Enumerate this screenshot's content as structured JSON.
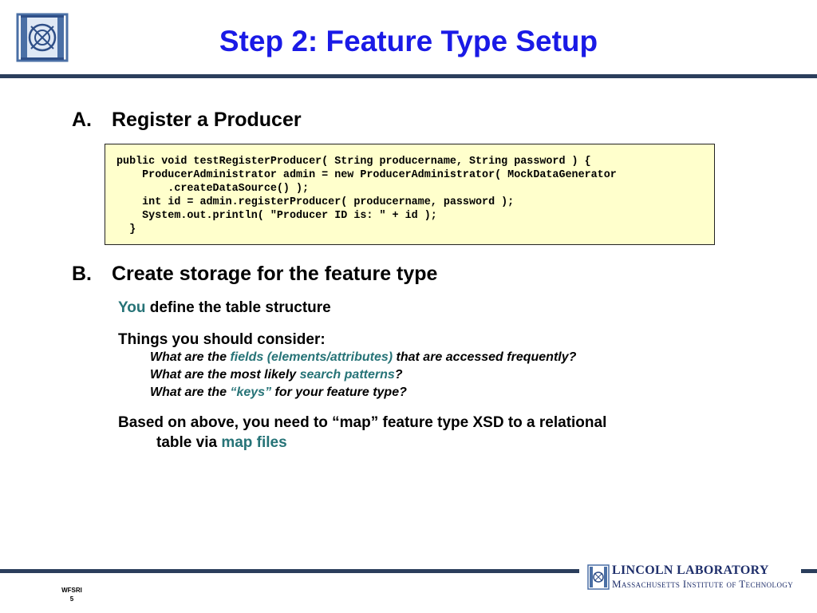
{
  "title": "Step 2: Feature Type Setup",
  "section_a": {
    "letter": "A.",
    "label": "Register a Producer"
  },
  "code": {
    "lines": [
      "public void testRegisterProducer( String producername, String password ) {",
      "    ProducerAdministrator admin = new ProducerAdministrator( MockDataGenerator",
      "        .createDataSource() );",
      "    int id = admin.registerProducer( producername, password );",
      "    System.out.println( \"Producer ID is: \" + id );",
      "  }"
    ]
  },
  "section_b": {
    "letter": "B.",
    "label": "Create storage for the feature type"
  },
  "you_line": {
    "highlight": "You",
    "rest": " define the table structure"
  },
  "consider": {
    "label": "Things you should consider:",
    "items": [
      {
        "before": "What are the ",
        "highlight": "fields (elements/attributes)",
        "after": " that are accessed frequently?"
      },
      {
        "before": "What are the most likely ",
        "highlight": "search patterns",
        "after": "?"
      },
      {
        "before": "What are the ",
        "highlight": "“keys”",
        "after": " for your feature type?"
      }
    ]
  },
  "based": {
    "line1": "Based on above, you need to “map” feature type XSD to a relational",
    "line2_before": "table via ",
    "line2_highlight": "map files"
  },
  "footer": {
    "lab_name": "LINCOLN LABORATORY",
    "lab_subtitle": "Massachusetts Institute of Technology",
    "doc_id": "WFSRI",
    "page_number": "5"
  },
  "colors": {
    "title": "#1a1ae6",
    "highlight": "#267377",
    "rule": "#2b3e5c",
    "code_bg": "#ffffcc"
  }
}
